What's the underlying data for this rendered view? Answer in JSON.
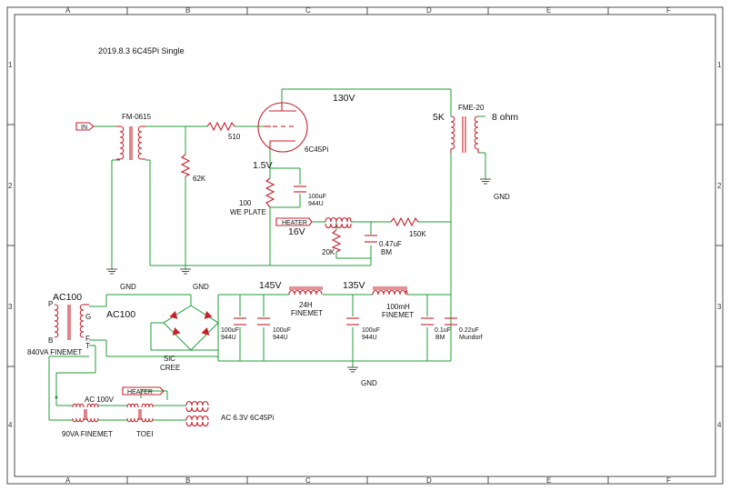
{
  "title": "2019.8.3 6C45Pi Single",
  "grid": {
    "columns": [
      "A",
      "B",
      "C",
      "D",
      "E",
      "F"
    ],
    "rows": [
      "1",
      "2",
      "3",
      "4"
    ]
  },
  "labels": {
    "in_port": "IN",
    "heater_port": "HEATER",
    "heater_port2": "HEATER",
    "t_input": "FM-0615",
    "r_grid": "510",
    "r_grid_leak": "62K",
    "tube": "6C45Pi",
    "v_plate": "130V",
    "v_cathode": "1.5V",
    "r_cathode_val": "100",
    "r_cathode_type": "WE PLATE",
    "c_cathode_val": "100uF",
    "c_cathode_type": "944U",
    "v_heater": "16V",
    "r_heater_div": "20K",
    "c_heater_val": "0.47uF",
    "c_heater_type": "BM",
    "r_heater_top": "150K",
    "t_output": "FME-20",
    "t_output_pri": "5K",
    "t_output_sec": "8 ohm",
    "gnd": "GND",
    "t_power": "AC100",
    "t_power_name": "840VA FINEMET",
    "ac_label": "AC100",
    "pin_p": "P",
    "pin_b": "B",
    "pin_g": "G",
    "pin_f": "F",
    "pin_t": "T",
    "rectifier_1": "SiC",
    "rectifier_2": "CREE",
    "v_b1": "145V",
    "v_b2": "135V",
    "c1_val": "100uF",
    "c1_type": "944U",
    "c2_val": "100uF",
    "c2_type": "944U",
    "choke1_val": "24H",
    "choke1_type": "FINEMET",
    "c3_val": "100uF",
    "c3_type": "944U",
    "choke2_val": "100mH",
    "choke2_type": "FINEMET",
    "c4_val": "0.1uF",
    "c4_type": "BM",
    "c5_val": "0.22uF",
    "c5_type": "Mundorf",
    "ac100v": "AC 100V",
    "t_heater1": "90VA FINEMET",
    "t_heater2": "TOEI",
    "ac63": "AC 6.3V 6C45Pi"
  },
  "colors": {
    "wire": "#1f9e35",
    "component": "#c8202a",
    "border": "#222222"
  }
}
